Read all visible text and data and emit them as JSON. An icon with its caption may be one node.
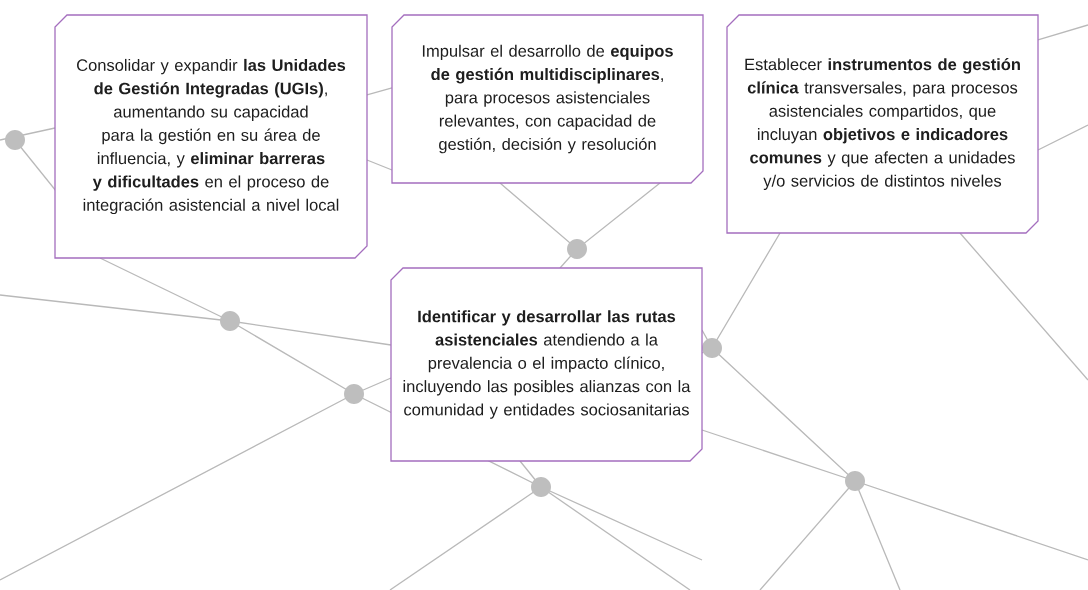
{
  "diagram": {
    "nodes": [
      {
        "text": [
          "Consolidar y expandir **las Unidades de Gestión Integradas (UGIs)**, aumentando su capacidad para la gestión en su área de influencia, y **eliminar barreras y dificultades** en el proceso de integración asistencial a nivel local"
        ]
      },
      {
        "text": [
          "Impulsar el desarrollo de **equipos de gestión multidisciplinares**, para procesos asistenciales relevantes, con capacidad de gestión, decisión y resolución"
        ]
      },
      {
        "text": [
          "Establecer **instrumentos de gestión clínica** transversales, para procesos asistenciales compartidos, que incluyan **objetivos e indicadores comunes** y que afecten a unidades y/o servicios de distintos niveles"
        ]
      },
      {
        "text": [
          "**Identificar y desarrollar las rutas asistenciales** atendiendo a la prevalencia o el impacto clínico, incluyendo las posibles alianzas con la comunidad y entidades sociosanitarias"
        ]
      }
    ]
  }
}
